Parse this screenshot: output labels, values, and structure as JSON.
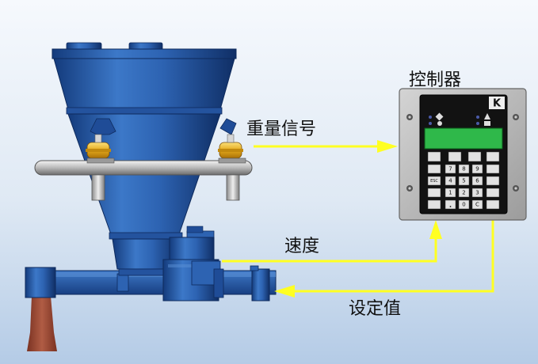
{
  "labels": {
    "controller": "控制器",
    "weight_signal": "重量信号",
    "speed": "速度",
    "setpoint": "设定值"
  },
  "controller_logo": "K",
  "keypad": {
    "keys": [
      "7",
      "8",
      "9",
      "4",
      "5",
      "6",
      "1",
      "2",
      "3",
      "0",
      "C",
      "ESC"
    ]
  },
  "colors": {
    "background_top": "#f4f8fc",
    "background_bottom": "#b9d0e8",
    "machine_blue": "#2a5aa8",
    "signal_line": "#ffff22",
    "mount_yellow": "#e9b825",
    "panel_gray": "#b5b5b5",
    "display_green": "#2fb84a",
    "material_brown": "#9b4a36"
  },
  "icons": [
    "signal-arrow-icon",
    "load-cell-icon",
    "led-indicator-icon",
    "k-logo-icon"
  ]
}
